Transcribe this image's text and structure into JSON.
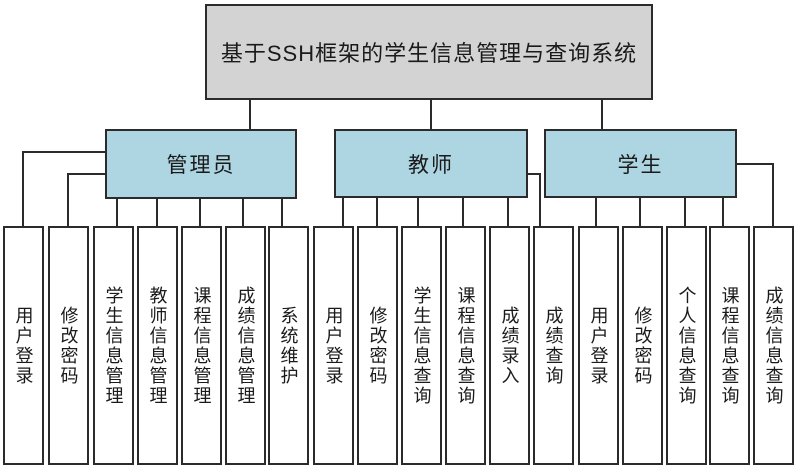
{
  "diagram": {
    "title": "基于SSH框架的学生信息管理与查询系统",
    "colors": {
      "title_fill": "#d3d3d3",
      "role_fill": "#aed6e2",
      "leaf_fill": "#ffffff",
      "border": "#2b2b2b",
      "line": "#2b2b2b",
      "text": "#1a1a1a"
    },
    "roles": [
      {
        "label": "管理员",
        "children": [
          "用户登录",
          "修改密码",
          "学生信息管理",
          "教师信息管理",
          "课程信息管理",
          "成绩信息管理",
          "系统维护"
        ]
      },
      {
        "label": "教师",
        "children": [
          "用户登录",
          "修改密码",
          "学生信息查询",
          "课程信息查询",
          "成绩录入",
          "成绩查询"
        ]
      },
      {
        "label": "学生",
        "children": [
          "用户登录",
          "修改密码",
          "个人信息查询",
          "课程信息查询",
          "成绩信息查询"
        ]
      }
    ],
    "leaves": [
      "用户登录",
      "修改密码",
      "学生信息管理",
      "教师信息管理",
      "课程信息管理",
      "成绩信息管理",
      "系统维护",
      "用户登录",
      "修改密码",
      "学生信息查询",
      "课程信息查询",
      "成绩录入",
      "成绩查询",
      "用户登录",
      "修改密码",
      "个人信息查询",
      "课程信息查询",
      "成绩信息查询"
    ]
  }
}
